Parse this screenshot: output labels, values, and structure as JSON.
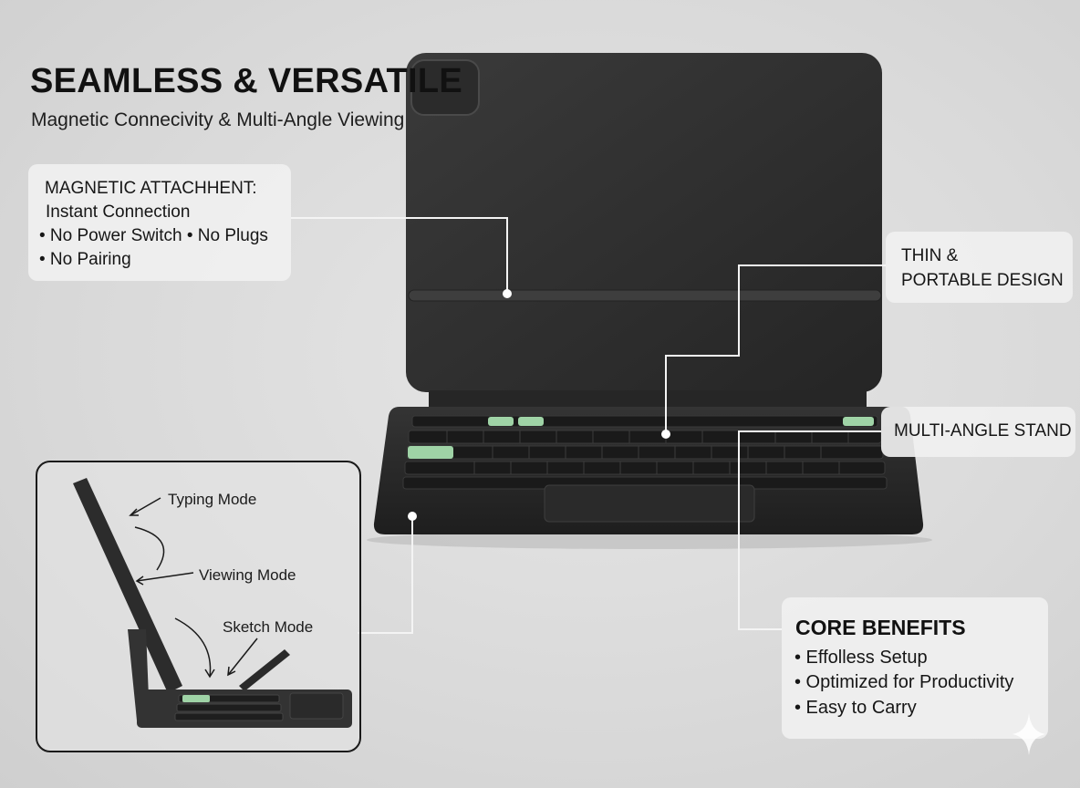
{
  "header": {
    "title": "SEAMLESS & VERSATILE",
    "subtitle": "Magnetic Connecivity & Multi-Angle Viewing"
  },
  "callouts": {
    "magnetic": {
      "lines": [
        "MAGNETIC ATTACHHENT:",
        "Instant Connection",
        "• No Power Switch • No Plugs",
        "• No Pairing"
      ]
    },
    "thin": {
      "lines": [
        "THIN &",
        "PORTABLE DESIGN"
      ]
    },
    "multi_angle": {
      "label": "MULTI-ANGLE STAND"
    }
  },
  "core_benefits": {
    "heading": "CORE BENEFITS",
    "items": [
      "• Effolless Setup",
      "• Optimized for Productivity",
      "• Easy to Carry"
    ]
  },
  "modes": {
    "typing": "Typing Mode",
    "viewing": "Viewing Mode",
    "sketch": "Sketch Mode"
  },
  "colors": {
    "background": "#d9d9d9",
    "device_dark": "#2f2f2f",
    "accent_keys": "#9fd3a6",
    "card_bg": "#f0f0f0"
  }
}
